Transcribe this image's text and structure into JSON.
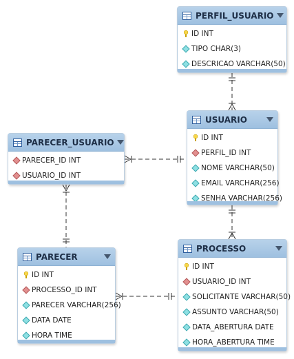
{
  "entities": {
    "perfil_usuario": {
      "name": "PERFIL_USUARIO",
      "columns": [
        {
          "icon": "key-icon",
          "text": "ID INT"
        },
        {
          "icon": "attribute-icon",
          "text": "TIPO CHAR(3)"
        },
        {
          "icon": "attribute-icon",
          "text": "DESCRICAO VARCHAR(50)"
        }
      ]
    },
    "usuario": {
      "name": "USUARIO",
      "columns": [
        {
          "icon": "key-icon",
          "text": "ID INT"
        },
        {
          "icon": "foreign-key-icon",
          "text": "PERFIL_ID INT"
        },
        {
          "icon": "attribute-icon",
          "text": "NOME VARCHAR(50)"
        },
        {
          "icon": "attribute-icon",
          "text": "EMAIL VARCHAR(256)"
        },
        {
          "icon": "attribute-icon",
          "text": "SENHA VARCHAR(256)"
        }
      ]
    },
    "parecer_usuario": {
      "name": "PARECER_USUARIO",
      "columns": [
        {
          "icon": "foreign-key-icon",
          "text": "PARECER_ID INT"
        },
        {
          "icon": "foreign-key-icon",
          "text": "USUARIO_ID INT"
        }
      ]
    },
    "parecer": {
      "name": "PARECER",
      "columns": [
        {
          "icon": "key-icon",
          "text": "ID INT"
        },
        {
          "icon": "foreign-key-icon",
          "text": "PROCESSO_ID INT"
        },
        {
          "icon": "attribute-icon",
          "text": "PARECER VARCHAR(256)"
        },
        {
          "icon": "attribute-icon",
          "text": "DATA DATE"
        },
        {
          "icon": "attribute-icon",
          "text": "HORA TIME"
        }
      ]
    },
    "processo": {
      "name": "PROCESSO",
      "columns": [
        {
          "icon": "key-icon",
          "text": "ID INT"
        },
        {
          "icon": "foreign-key-icon",
          "text": "USUARIO_ID INT"
        },
        {
          "icon": "attribute-icon",
          "text": "SOLICITANTE VARCHAR(50)"
        },
        {
          "icon": "attribute-icon",
          "text": "ASSUNTO VARCHAR(50)"
        },
        {
          "icon": "attribute-icon",
          "text": "DATA_ABERTURA DATE"
        },
        {
          "icon": "attribute-icon",
          "text": "HORA_ABERTURA TIME"
        }
      ]
    }
  },
  "relationships": [
    {
      "from": "perfil_usuario",
      "to": "usuario",
      "from_cardinality": "one",
      "to_cardinality": "many"
    },
    {
      "from": "usuario",
      "to": "parecer_usuario",
      "from_cardinality": "one",
      "to_cardinality": "many"
    },
    {
      "from": "parecer",
      "to": "parecer_usuario",
      "from_cardinality": "one",
      "to_cardinality": "many"
    },
    {
      "from": "usuario",
      "to": "processo",
      "from_cardinality": "one",
      "to_cardinality": "many"
    },
    {
      "from": "processo",
      "to": "parecer",
      "from_cardinality": "one",
      "to_cardinality": "many"
    }
  ],
  "colors": {
    "header": "#9ec0e0",
    "border": "#b9cde0",
    "connector": "#333333",
    "key": "#f7d64a",
    "foreign_key": "#e28f8f",
    "attribute": "#8ee0e3"
  }
}
